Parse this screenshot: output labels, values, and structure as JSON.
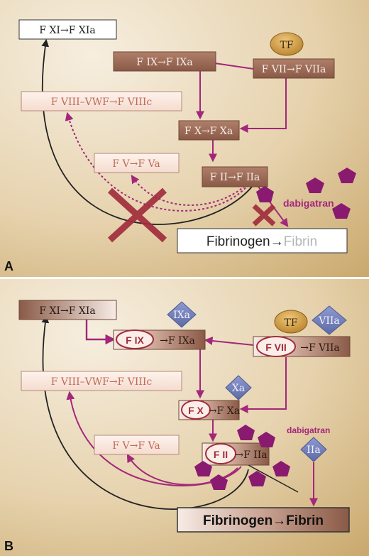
{
  "colors": {
    "background_light": "#f3ead9",
    "background_dark": "#c9a86c",
    "box_brown": "#9a6a56",
    "box_text_light": "#f4ede6",
    "box_pink_text": "#c06a5a",
    "arrow_purple": "#a3277a",
    "cross_red": "#a12d3c",
    "pentagon": "#8a1a6f",
    "diamond": "#6f7fb9",
    "tf_gold": "#c99238"
  },
  "panel_a": {
    "label": "A",
    "boxes": {
      "fxi": "F XI→F XIa",
      "fix": "F IX→F IXa",
      "fvii": "F VII→F VIIa",
      "fviii": "F VIII–VWF→F VIIIc",
      "fx": "F X→F Xa",
      "fv": "F V→F Va",
      "fii": "F II→F IIa",
      "fibrinogen": "Fibrinogen",
      "fibrinogen_arrow": "→",
      "fibrin": "Fibrin"
    },
    "tf_label": "TF",
    "drug_label": "dabigatran"
  },
  "panel_b": {
    "label": "B",
    "boxes": {
      "fxi": "F XI→F XIa",
      "fix_circled": "F IX",
      "fix_rest": "→F IXa",
      "fvii_circled": "F VII",
      "fvii_rest": "→F VIIa",
      "fviii": "F VIII–VWF→F VIIIc",
      "fx_circled": "F X",
      "fx_rest": "→F Xa",
      "fv": "F V→F Va",
      "fii_circled": "F II",
      "fii_rest": "→F IIa",
      "fibrinogen": "Fibrinogen→Fibrin"
    },
    "tf_label": "TF",
    "diamonds": {
      "ixa": "IXa",
      "viia": "VIIa",
      "xa": "Xa",
      "iia": "IIa"
    },
    "drug_label": "dabigatran"
  }
}
